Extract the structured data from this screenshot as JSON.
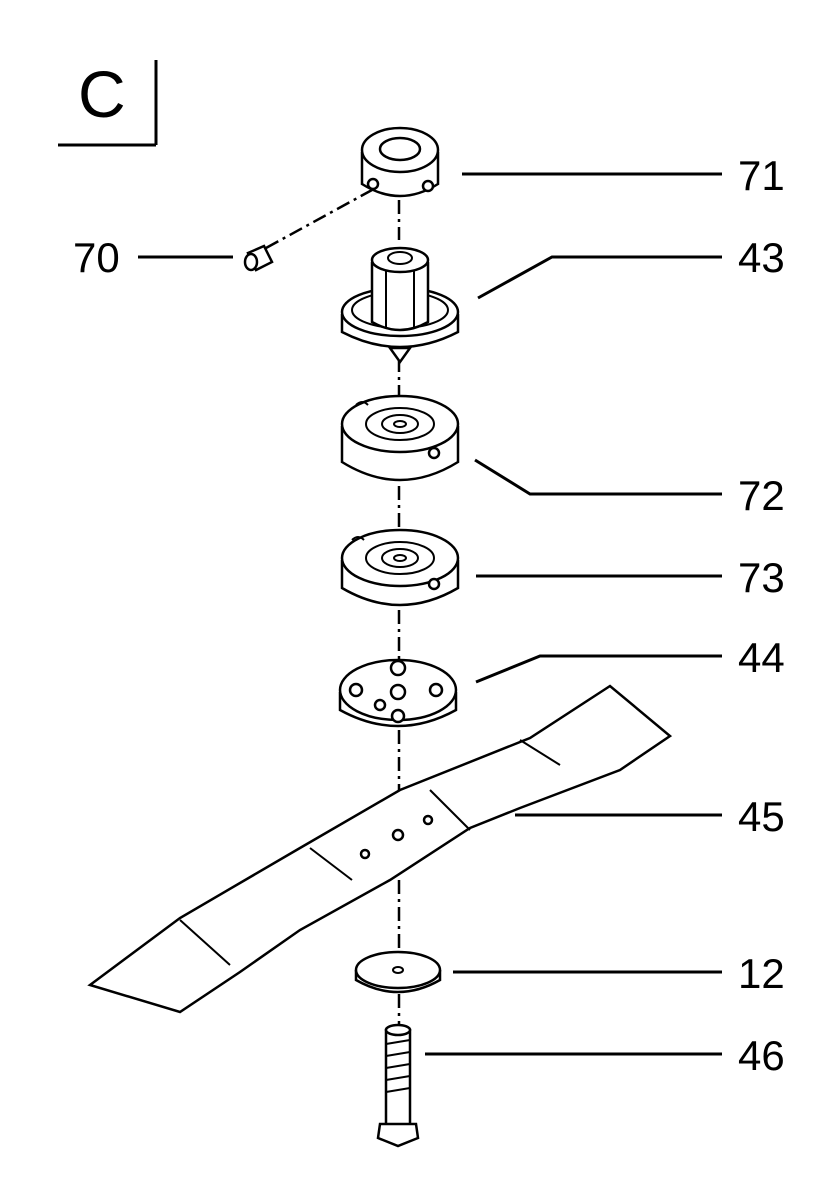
{
  "section": {
    "letter": "C"
  },
  "callouts": [
    {
      "id": "71",
      "label": "71"
    },
    {
      "id": "70",
      "label": "70"
    },
    {
      "id": "43",
      "label": "43"
    },
    {
      "id": "72",
      "label": "72"
    },
    {
      "id": "73",
      "label": "73"
    },
    {
      "id": "44",
      "label": "44"
    },
    {
      "id": "45",
      "label": "45"
    },
    {
      "id": "12",
      "label": "12"
    },
    {
      "id": "46",
      "label": "46"
    }
  ]
}
